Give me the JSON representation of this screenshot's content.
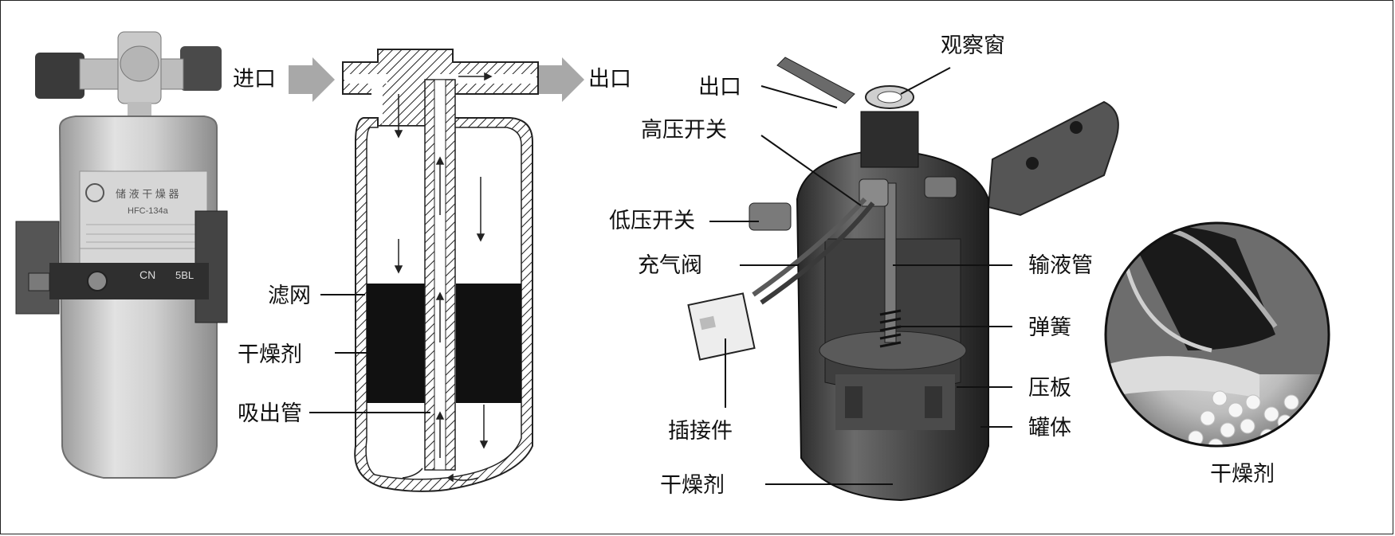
{
  "labels": {
    "inlet": "进口",
    "outlet_left": "出口",
    "filter": "滤网",
    "desiccant_left": "干燥剂",
    "pickup_tube": "吸出管",
    "sight_glass": "观察窗",
    "outlet_right": "出口",
    "high_pressure_switch": "高压开关",
    "low_pressure_switch": "低压开关",
    "charge_valve": "充气阀",
    "connector": "插接件",
    "desiccant_bottom": "干燥剂",
    "liquid_tube": "输液管",
    "spring": "弹簧",
    "pressure_plate": "压板",
    "tank_body": "罐体",
    "desiccant_magnified": "干燥剂"
  },
  "product_plate": {
    "line1": "储 液 干 燥 器",
    "line2": "HFC-134a",
    "line3": "CN",
    "line4": "5BL"
  }
}
